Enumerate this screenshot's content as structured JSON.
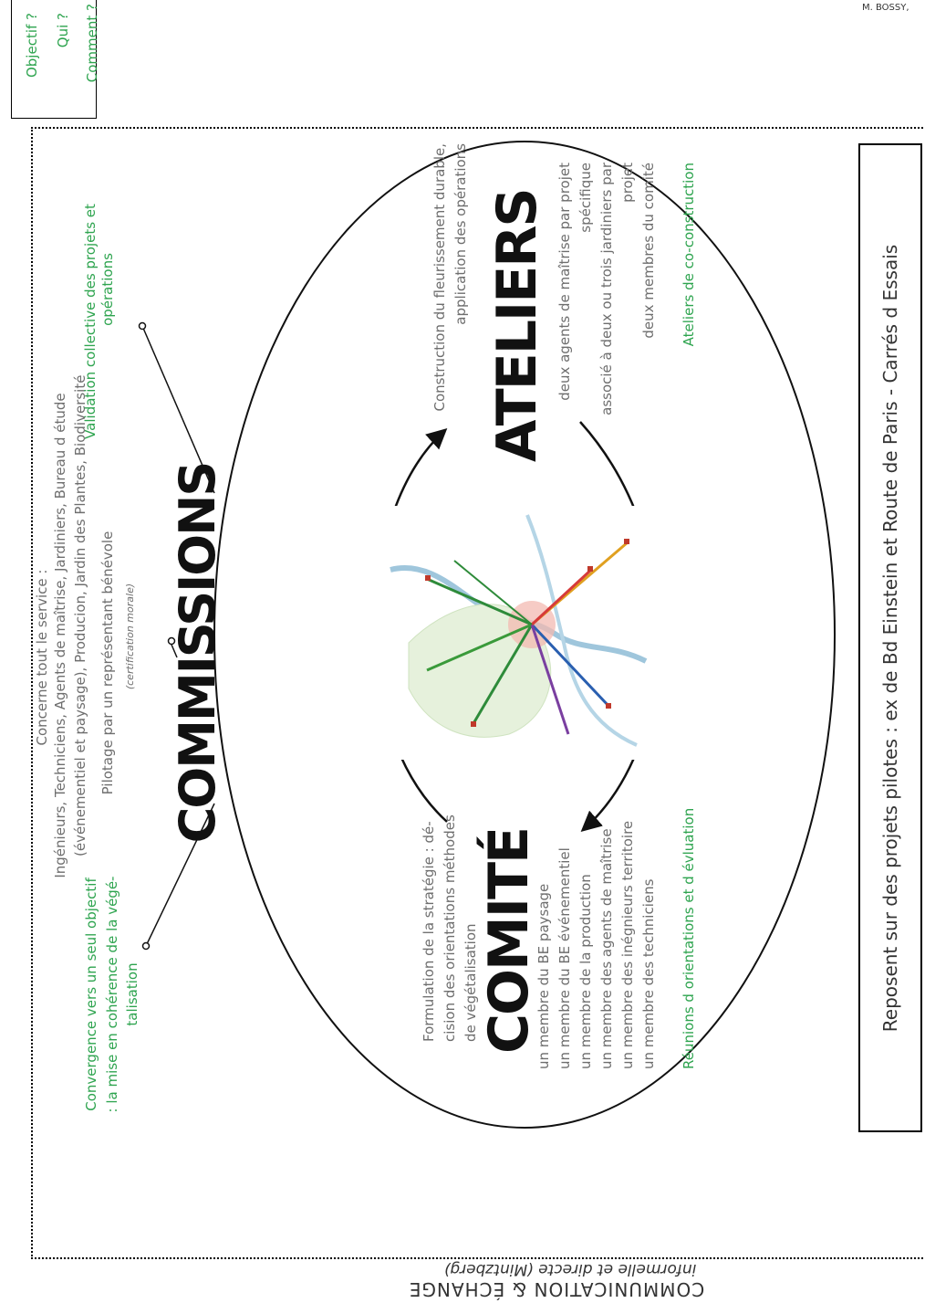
{
  "header": {
    "questions": [
      "Objectif ?",
      "Qui ?",
      "Comment ?"
    ],
    "author": "M. BOSSY,"
  },
  "footer": {
    "title": "COMMUNICATION & ÉCHANGE",
    "subtitle": "informelle et directe (Mintzberg)"
  },
  "banner": {
    "text": "Reposent sur des projets pilotes : ex de Bd Einstein et Route de Paris - Carrés d  Essais"
  },
  "commissions": {
    "title": "COMMISSIONS",
    "concerns": "Concerne tout le service :",
    "members_line1": "Ingénieurs,  Techniciens,  Agents de  maîtrise,  Jardiniers,  Bureau d  étude",
    "members_line2": "(événementiel et paysage), Producion, Jardin des Plantes, Biodiversité",
    "pilot": "Pilotage par un représentant bénévole",
    "certification": "(certification morale)",
    "validation_line1": "Validation collective des projets et",
    "validation_line2": "opérations",
    "convergence_line1": "Convergence vers un seul objectif",
    "convergence_line2": ": la mise en cohérence de la végé-",
    "convergence_line3": "talisation"
  },
  "ateliers": {
    "title": "ATELIERS",
    "desc_line1": "Construction du fleurissement durable,",
    "desc_line2": "application des opérations",
    "members": [
      "deux  agents  de  maîtrise  par  projet",
      "spécifique",
      "associé à deux ou trois jardiniers par",
      "projet",
      "deux membres du comité"
    ],
    "note": "Ateliers de co-construction"
  },
  "comite": {
    "title": "COMITÉ",
    "desc_line1": "Formulation de la stratégie : dé-",
    "desc_line2": "cision des orientations méthodes",
    "desc_line3": "de végétalisation",
    "members": [
      "un membre du BE paysage",
      "un membre du BE événementiel",
      "un membre de la production",
      "un membre des agents de maîtrise",
      "un membre des inégnieurs territoire",
      "un membre des techniciens"
    ],
    "note": "Réunions d  orientations et d  évluation"
  },
  "colors": {
    "accent_green": "#2ea44f",
    "text_gray": "#6e6e6e",
    "ink": "#111111"
  }
}
